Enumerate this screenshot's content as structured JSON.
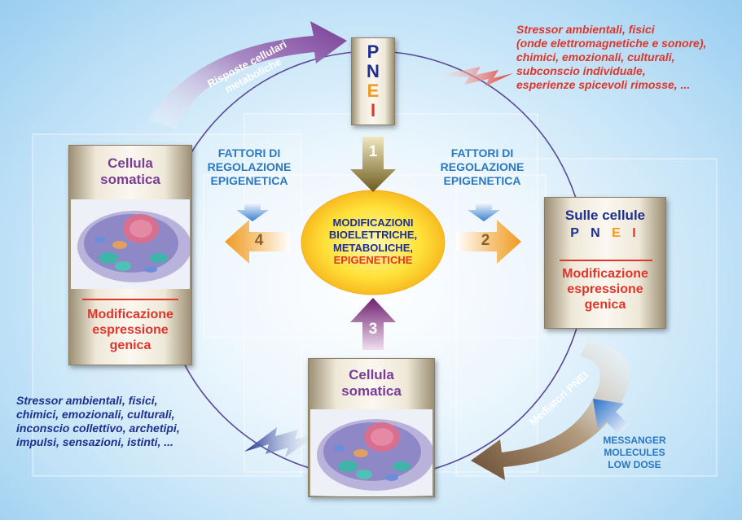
{
  "pnei": {
    "p": "P",
    "n": "N",
    "e": "E",
    "i": "I"
  },
  "stressor_top": {
    "lines": [
      "Stressor ambientali, fisici",
      "(onde elettromagnetiche e sonore),",
      "chimici, emozionali, culturali,",
      "subconscio individuale,",
      "esperienze spicevoli rimosse, ..."
    ]
  },
  "stressor_bottom": {
    "lines": [
      "Stressor ambientali, fisici,",
      "chimici, emozionali, culturali,",
      "inconscio collettivo, archetipi,",
      "impulsi, sensazioni, istinti, ..."
    ]
  },
  "arrow_labels": {
    "risposte_l1": "Risposte cellulari",
    "risposte_l2": "metaboliche",
    "mediatori": "Mediatori PNEI"
  },
  "fattori_left": {
    "l1": "FATTORI DI",
    "l2": "REGOLAZIONE",
    "l3": "EPIGENETICA"
  },
  "fattori_right": {
    "l1": "FATTORI DI",
    "l2": "REGOLAZIONE",
    "l3": "EPIGENETICA"
  },
  "center": {
    "l1": "MODIFICAZIONI",
    "l2": "BIOELETTRICHE,",
    "l3": "METABOLICHE,",
    "l4": "EPIGENETICHE"
  },
  "numbers": {
    "n1": "1",
    "n2": "2",
    "n3": "3",
    "n4": "4"
  },
  "left_box": {
    "title_l1": "Cellula",
    "title_l2": "somatica",
    "mod_l1": "Modificazione",
    "mod_l2": "espressione",
    "mod_l3": "genica"
  },
  "right_box": {
    "title": "Sulle cellule",
    "pnei_p": "P",
    "pnei_n": "N",
    "pnei_e": "E",
    "pnei_i": "I",
    "mod_l1": "Modificazione",
    "mod_l2": "espressione",
    "mod_l3": "genica"
  },
  "bottom_box": {
    "title_l1": "Cellula",
    "title_l2": "somatica"
  },
  "messanger": {
    "l1": "MESSANGER",
    "l2": "MOLECULES",
    "l3": "LOW DOSE"
  },
  "colors": {
    "purple": "#7a3d96",
    "red": "#e0352b",
    "navy": "#1d2f8f",
    "blue": "#2b78c2",
    "orange": "#f0a030",
    "olive": "#7a6a2a"
  }
}
